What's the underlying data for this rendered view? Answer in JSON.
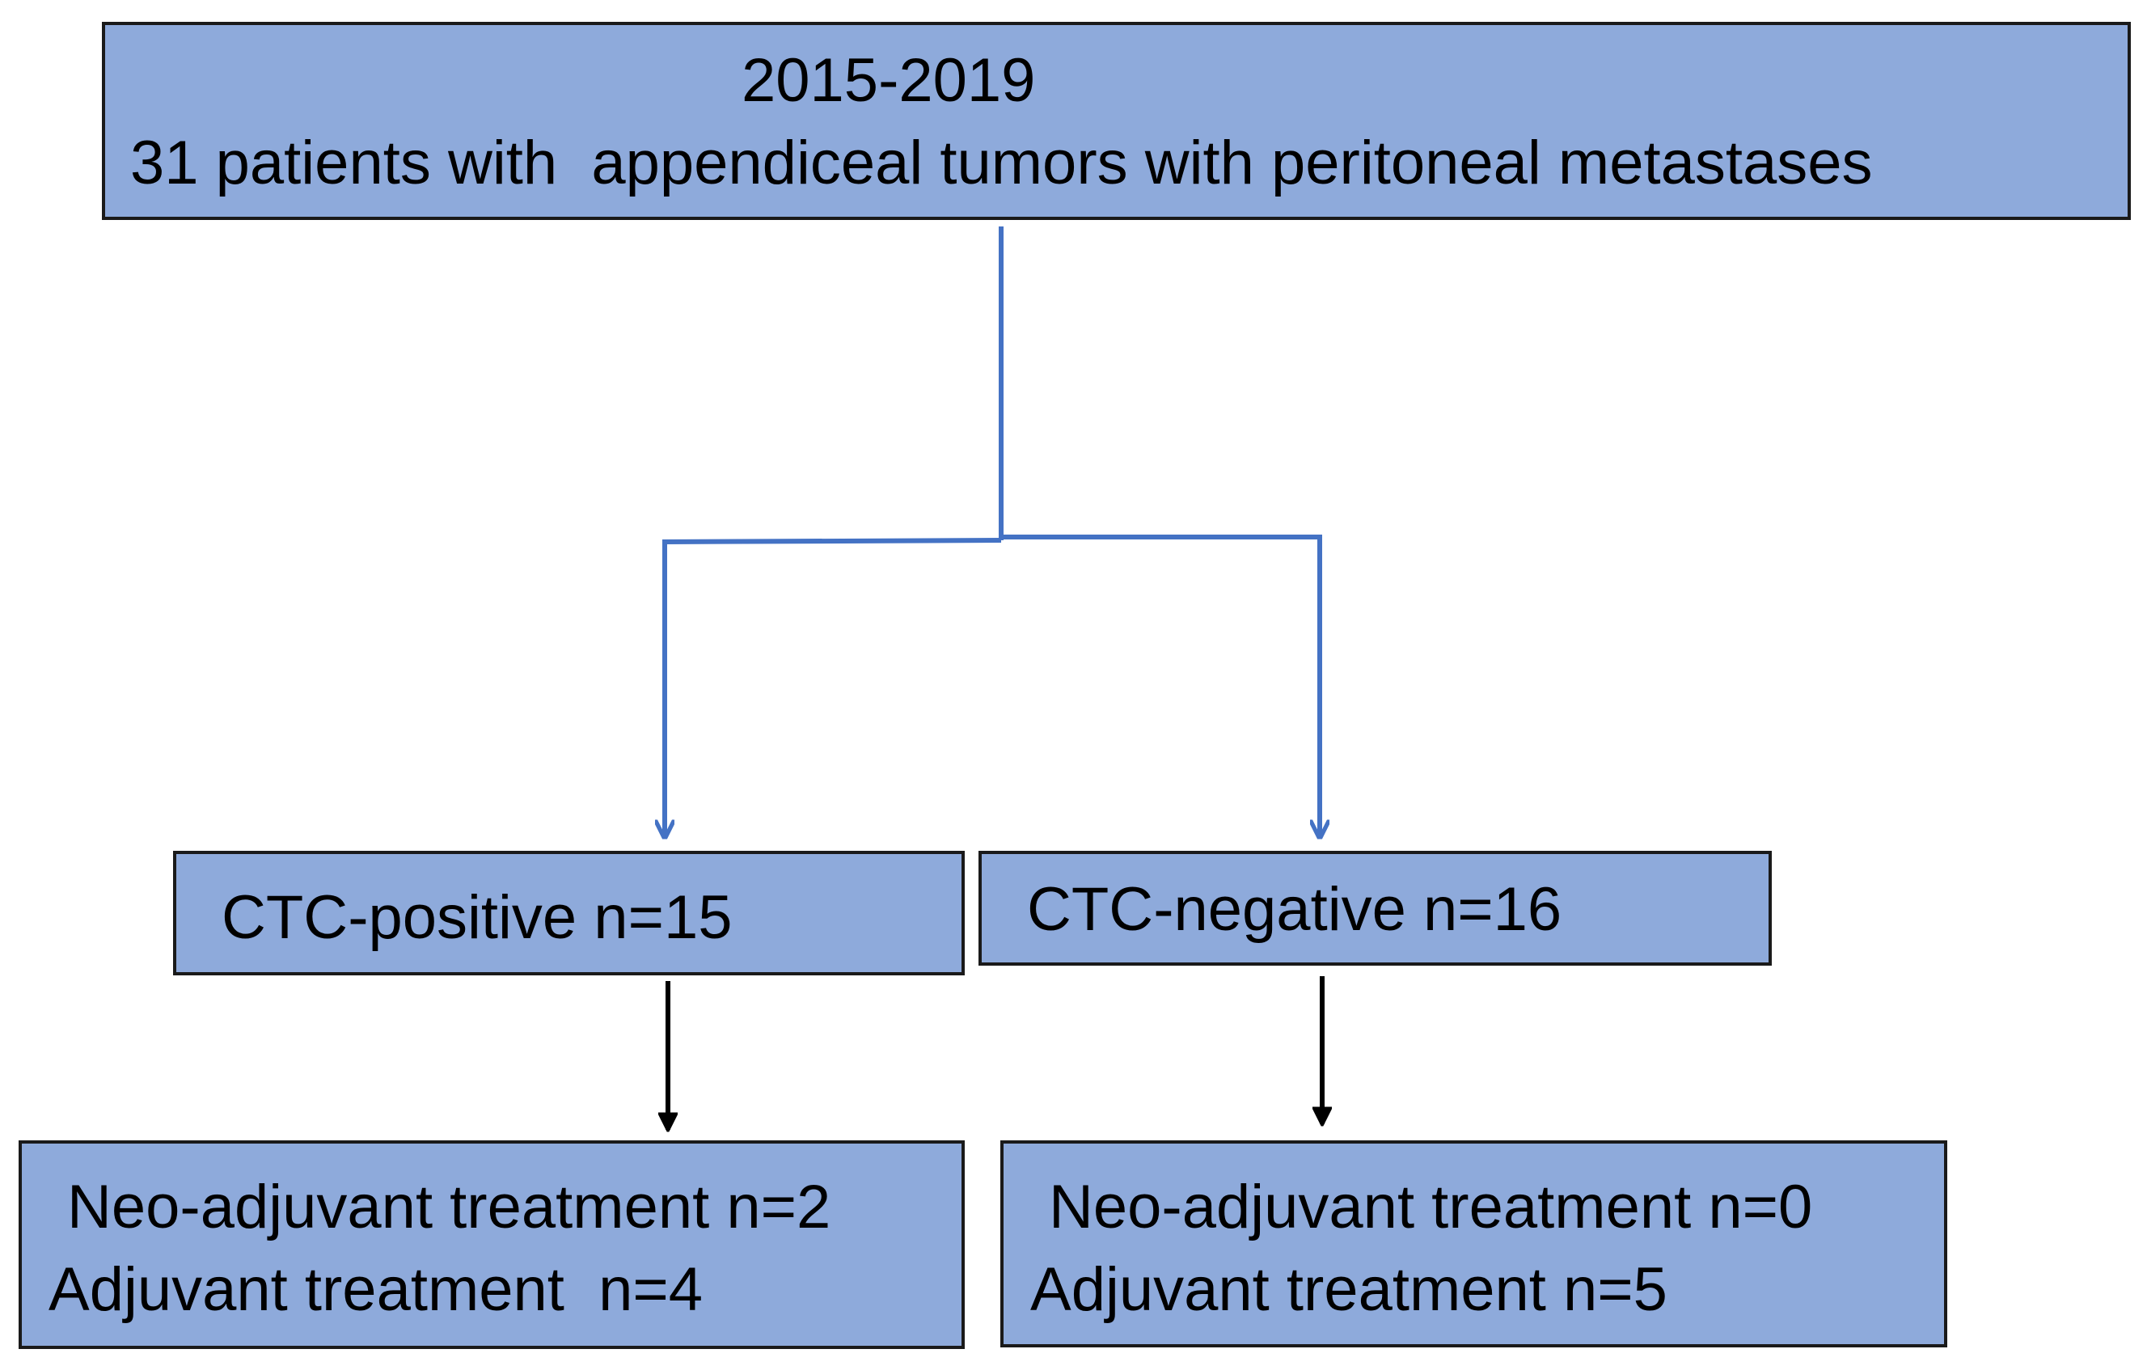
{
  "colors": {
    "box_fill": "#8eaadb",
    "box_border": "#1a1a1a",
    "blue_connector": "#4472c4",
    "black_connector": "#000000"
  },
  "top_box": {
    "line1": "2015-2019",
    "line2": "31 patients with  appendiceal tumors with peritoneal metastases"
  },
  "left_group": {
    "title": "CTC-positive n=15",
    "detail_line1": "Neo-adjuvant treatment n=2",
    "detail_line2": "Adjuvant treatment  n=4"
  },
  "right_group": {
    "title": "CTC-negative n=16",
    "detail_line1": "Neo-adjuvant treatment n=0",
    "detail_line2": "Adjuvant treatment n=5"
  }
}
